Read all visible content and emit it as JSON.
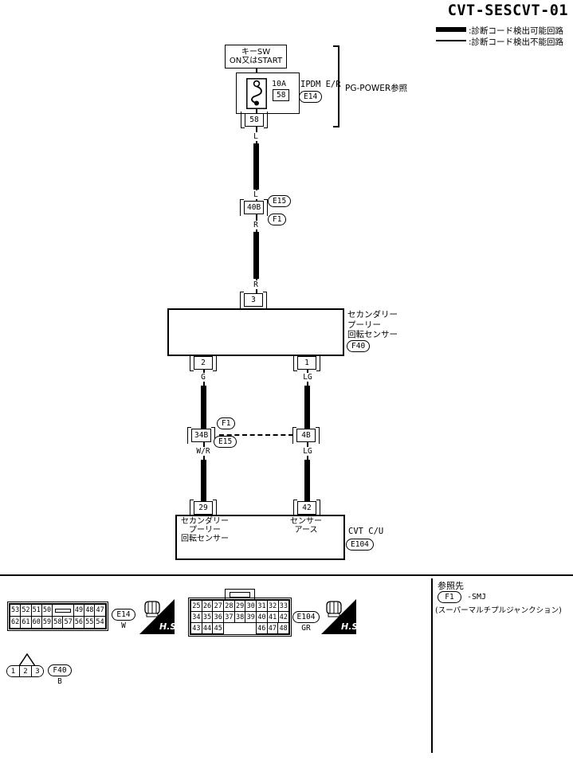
{
  "title": "CVT-SESCVT-01",
  "legend": {
    "detectable": ":診断コード検出可能回路",
    "undetectable": ":診断コード検出不能回路"
  },
  "power_supply": {
    "key_switch_line1": "キーSW",
    "key_switch_line2": "ON又はSTART",
    "fuse_rating": "10A",
    "fuse_number": "58",
    "module_name": "IPDM E/R",
    "module_connector": "E14",
    "reference": "PG-POWER参照",
    "output_pin": "58"
  },
  "wires": {
    "w1_upper": "L",
    "w1_lower": "L",
    "w2_upper": "R",
    "w2_lower": "R",
    "left_upper": "G",
    "left_lower": "W/R",
    "right_upper": "LG",
    "right_lower": "LG"
  },
  "joint_connector": {
    "id": "40B",
    "ref_top": "E15",
    "ref_bottom": "F1"
  },
  "sensor": {
    "pin_top": "3",
    "pin_left": "2",
    "pin_right": "1",
    "name_line1": "セカンダリー",
    "name_line2": "プーリー",
    "name_line3": "回転センサー",
    "connector": "F40"
  },
  "inline_left": {
    "id": "34B",
    "ref_top": "F1",
    "ref_bottom": "E15"
  },
  "inline_right": {
    "id": "4B"
  },
  "control_unit": {
    "pin_left": "29",
    "pin_right": "42",
    "pin_left_label1": "セカンダリー",
    "pin_left_label2": "プーリー",
    "pin_left_label3": "回転センサー",
    "pin_right_label1": "センサー",
    "pin_right_label2": "アース",
    "name": "CVT C/U",
    "connector": "E104"
  },
  "footer": {
    "e14": {
      "rows": [
        [
          "53",
          "52",
          "51",
          "50",
          "",
          "49",
          "48",
          "47"
        ],
        [
          "62",
          "61",
          "60",
          "59",
          "58",
          "57",
          "56",
          "55",
          "54"
        ]
      ],
      "connector": "E14",
      "color": "W"
    },
    "e104": {
      "rows": [
        [
          "25",
          "26",
          "27",
          "28",
          "29",
          "30",
          "31",
          "32",
          "33"
        ],
        [
          "34",
          "35",
          "36",
          "37",
          "38",
          "39",
          "40",
          "41",
          "42"
        ],
        [
          "43",
          "44",
          "45",
          "",
          "46",
          "47",
          "48"
        ]
      ],
      "connector": "E104",
      "color": "GR"
    },
    "f40": {
      "rows": [
        [
          "1",
          "2",
          "3"
        ]
      ],
      "connector": "F40",
      "color": "B"
    },
    "hs_label": "H.S.",
    "reference": {
      "title": "参照先",
      "connector": "F1",
      "target": "-SMJ",
      "note": "(スーパーマルチプルジャンクション)"
    }
  }
}
